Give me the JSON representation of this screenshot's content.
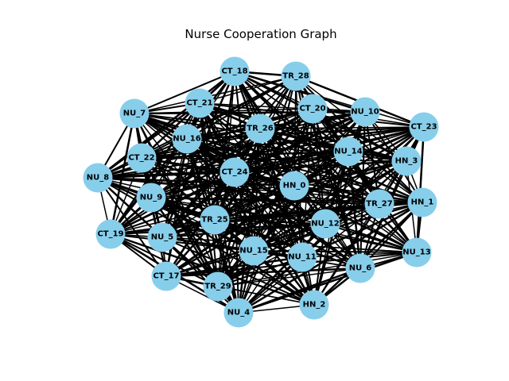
{
  "title": "Nurse Cooperation Graph",
  "colors": {
    "node_fill": "#87ceeb",
    "edge": "#000000",
    "label": "#000000",
    "background": "#ffffff"
  },
  "nodes": [
    {
      "id": "HN_0"
    },
    {
      "id": "HN_1"
    },
    {
      "id": "HN_2"
    },
    {
      "id": "HN_3"
    },
    {
      "id": "NU_4"
    },
    {
      "id": "NU_5"
    },
    {
      "id": "NU_6"
    },
    {
      "id": "NU_7"
    },
    {
      "id": "NU_8"
    },
    {
      "id": "NU_9"
    },
    {
      "id": "NU_10"
    },
    {
      "id": "NU_11"
    },
    {
      "id": "NU_12"
    },
    {
      "id": "NU_13"
    },
    {
      "id": "NU_14"
    },
    {
      "id": "NU_15"
    },
    {
      "id": "NU_16"
    },
    {
      "id": "CT_17"
    },
    {
      "id": "CT_18"
    },
    {
      "id": "CT_19"
    },
    {
      "id": "CT_20"
    },
    {
      "id": "CT_21"
    },
    {
      "id": "CT_22"
    },
    {
      "id": "CT_23"
    },
    {
      "id": "CT_24"
    },
    {
      "id": "TR_25"
    },
    {
      "id": "TR_26"
    },
    {
      "id": "TR_27"
    },
    {
      "id": "TR_28"
    },
    {
      "id": "TR_29"
    }
  ]
}
